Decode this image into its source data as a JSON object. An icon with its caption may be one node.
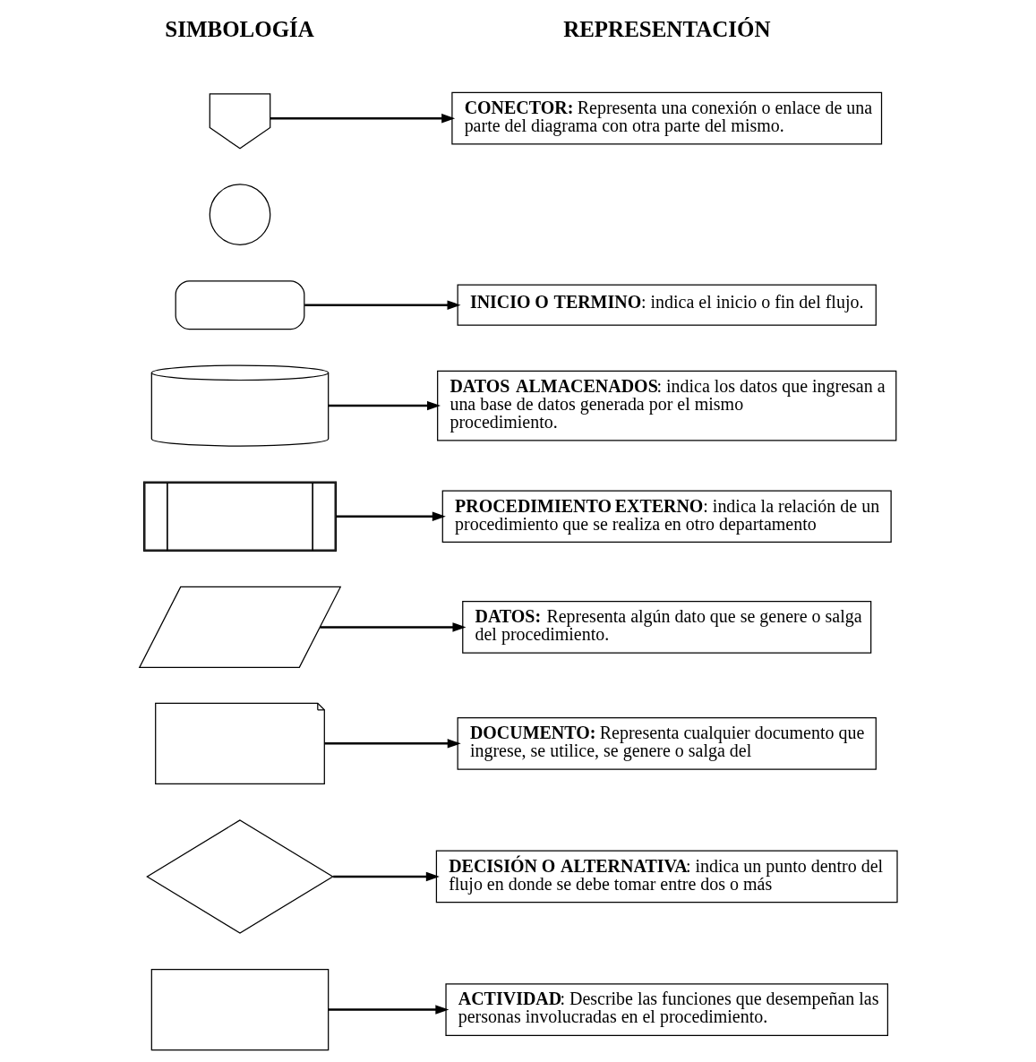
{
  "diagram": {
    "nodes": [
      {
        "text": [],
        "shape": "box"
      },
      {
        "text": [
          "**ACTIVIDAD**: Describe las funciones que desempeñan las personas involucradas en el procedimiento."
        ]
      },
      {
        "text": [],
        "shape": "diamond"
      },
      {
        "text": [
          "**DECISIÓN O ALTERNATIVA**: indica un punto dentro del flujo en donde se debe tomar entre dos o más"
        ]
      },
      {
        "text": [],
        "shape": "document"
      },
      {
        "text": [
          "**DOCUMENTO:** Representa cualquier documento que ingrese, se utilice, se genere o salga del"
        ]
      },
      {
        "text": [],
        "shape": "parallelogram"
      },
      {
        "text": [
          "**DATOS:** Representa algún dato que se genere o salga del procedimiento."
        ]
      },
      {
        "text": [],
        "shape": "subroutine"
      },
      {
        "text": [
          "**PROCEDIMIENTO EXTERNO**: indica la relación de un procedimiento que se realiza en otro departamento"
        ]
      },
      {
        "text": [],
        "shape": "cylinder"
      },
      {
        "text": [
          "**DATOS ALMACENADOS**: indica los datos que ingresan a una base de datos generada por el mismo procedimiento."
        ]
      },
      {
        "text": [],
        "shape": "terminal"
      },
      {
        "text": [
          "**INICIO O TERMINO**: indica el inicio o fin del flujo."
        ]
      },
      {
        "text": [],
        "shape": "circle"
      },
      {
        "text": [],
        "shape": "pentagon"
      },
      {
        "text": [
          "**CONECTOR:** Representa una conexión o enlace de una parte del diagrama con otra parte del mismo."
        ]
      }
    ],
    "edges": [
      {
        "from": 0,
        "to": 1,
        "arrow": "to"
      },
      {
        "from": 2,
        "to": 3,
        "arrow": "to"
      },
      {
        "from": 4,
        "to": 5,
        "arrow": "to"
      },
      {
        "from": 6,
        "to": 7,
        "arrow": "to"
      },
      {
        "from": 8,
        "to": 9,
        "arrow": "to"
      },
      {
        "from": 10,
        "to": 11,
        "arrow": "to"
      },
      {
        "from": 12,
        "to": 13,
        "arrow": "to"
      },
      {
        "from": 15,
        "to": 16,
        "arrow": "to"
      }
    ],
    "labels": [
      "SIMBOLOGÍA",
      "REPRESENTACIÓN"
    ]
  }
}
